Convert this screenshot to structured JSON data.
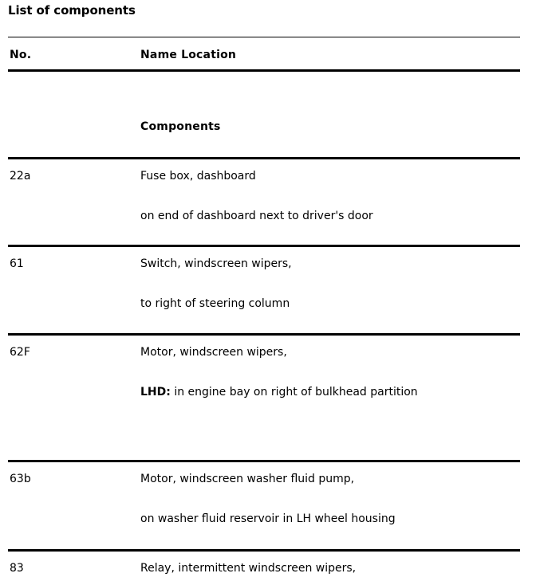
{
  "document": {
    "title": "List of components"
  },
  "table": {
    "headers": {
      "no": "No.",
      "name_location": "Name Location"
    },
    "section_heading": "Components",
    "rows": [
      {
        "no": "22a",
        "name": "Fuse box, dashboard",
        "location": "on end of dashboard next to driver's door",
        "location_bold_prefix": ""
      },
      {
        "no": "61",
        "name": "Switch, windscreen wipers,",
        "location": "to right of steering column",
        "location_bold_prefix": ""
      },
      {
        "no": "62F",
        "name": "Motor, windscreen wipers,",
        "location": "in engine bay on right of bulkhead partition",
        "location_bold_prefix": "LHD:"
      },
      {
        "no": "63b",
        "name": "Motor, windscreen washer fluid pump,",
        "location": "on washer fluid reservoir in LH wheel housing",
        "location_bold_prefix": ""
      },
      {
        "no": "83",
        "name": "Relay, intermittent windscreen wipers,",
        "location": "",
        "location_bold_prefix": ""
      }
    ]
  },
  "colors": {
    "text": "#000000",
    "background": "#ffffff",
    "rule": "#000000"
  }
}
